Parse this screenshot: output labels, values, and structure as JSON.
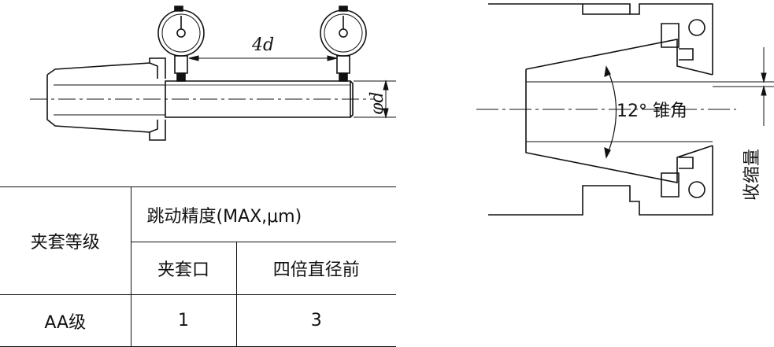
{
  "diagram_left": {
    "distance_label": "4d",
    "diameter_label": "φd"
  },
  "diagram_right": {
    "angle_label": "12° 锥角",
    "shrink_label": "收缩量"
  },
  "table": {
    "header_grade": "夹套等级",
    "header_runout": "跳动精度(MAX,μm)",
    "header_mouth": "夹套口",
    "header_four_d": "四倍直径前",
    "rows": [
      {
        "grade": "AA级",
        "mouth": "1",
        "four_d": "3"
      }
    ]
  }
}
